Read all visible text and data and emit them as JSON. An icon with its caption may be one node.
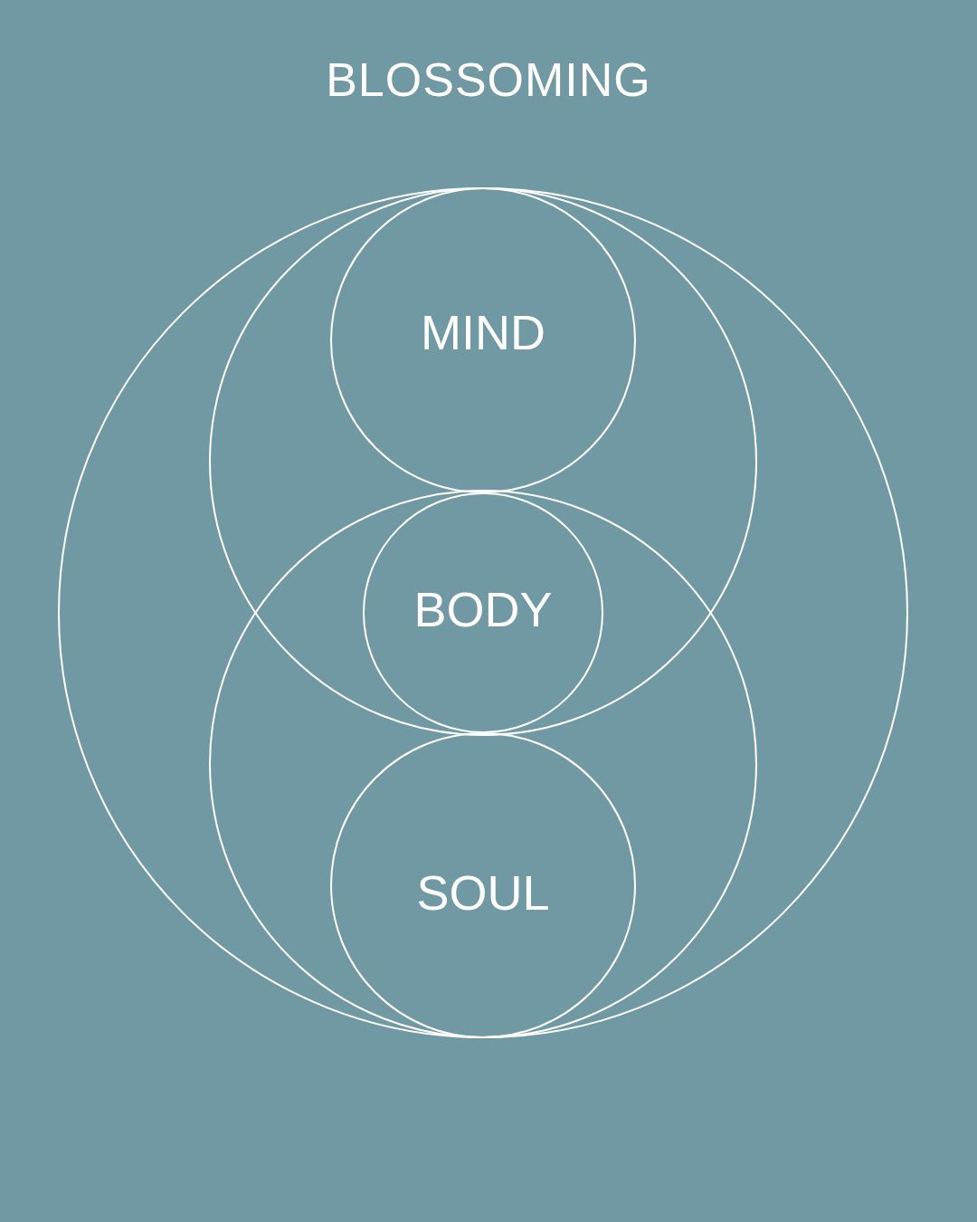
{
  "diagram": {
    "title": "BLOSSOMING",
    "nodes": [
      {
        "text": [],
        "shape": "circle"
      },
      {
        "text": [],
        "shape": "circle",
        "in": 0
      },
      {
        "text": [
          "MIND"
        ],
        "in": 1
      },
      {
        "text": [
          "BODY"
        ]
      },
      {
        "text": [],
        "shape": "circle",
        "in": 0
      },
      {
        "text": [
          "SOUL"
        ],
        "in": 4
      }
    ]
  }
}
